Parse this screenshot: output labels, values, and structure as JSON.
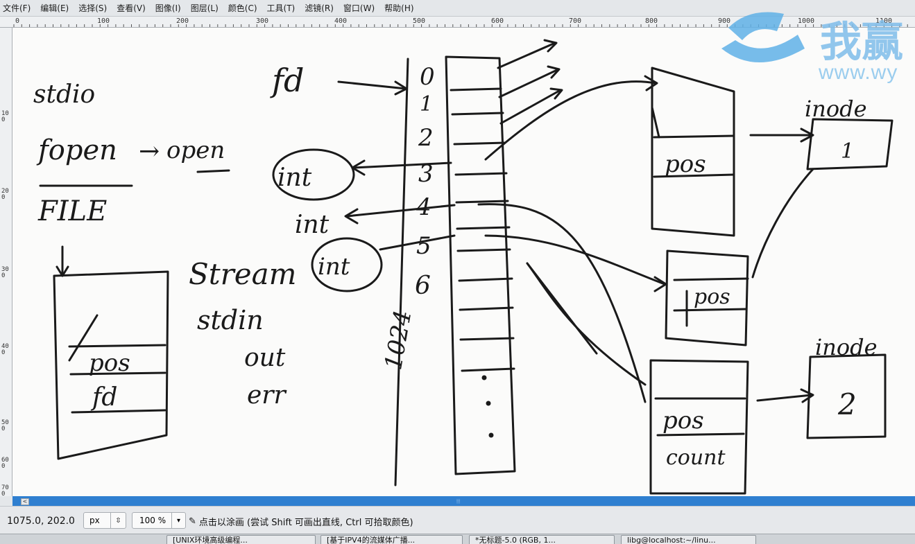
{
  "menubar": {
    "items": [
      "文件(F)",
      "编辑(E)",
      "选择(S)",
      "查看(V)",
      "图像(I)",
      "图层(L)",
      "颜色(C)",
      "工具(T)",
      "滤镜(R)",
      "窗口(W)",
      "帮助(H)"
    ]
  },
  "ruler": {
    "h_labels": [
      "0",
      "100",
      "200",
      "300",
      "400",
      "500",
      "600",
      "700",
      "800",
      "900",
      "1000",
      "1100"
    ],
    "v_labels": [
      "100",
      "200",
      "300",
      "400",
      "500",
      "600",
      "700"
    ]
  },
  "drawing": {
    "stdio_title": "stdio",
    "fopen_line": "fopen",
    "arrow_text": "→",
    "open_text": "open",
    "file_label": "FILE",
    "pos": "pos",
    "fd": "fd",
    "stream_label": "Stream",
    "std_streams": [
      "stdin",
      "out",
      "err"
    ],
    "fd_table_header": "fd",
    "fd_numbers": [
      "0",
      "1",
      "2",
      "3",
      "4",
      "5",
      "6"
    ],
    "fd_max": "1024",
    "int_labels": [
      "int",
      "int",
      "int"
    ],
    "inode_1": "inode",
    "inode_1_num": "1",
    "inode_2": "inode",
    "inode_2_num": "2",
    "count_label": "count",
    "dots": "⋮"
  },
  "watermark": {
    "cn": "我赢",
    "url": "www.wy"
  },
  "scrollbar": {
    "grip": "⦙⦙⦙",
    "left_arrow": "<"
  },
  "status": {
    "coords": "1075.0, 202.0",
    "unit": "px",
    "zoom": "100 %",
    "message": "点击以涂画 (尝试 Shift 可画出直线, Ctrl 可拾取颜色)"
  },
  "taskbar": {
    "items": [
      "[UNIX环境高级编程...",
      "[基于IPV4的流媒体广播...",
      "*无标题-5.0 (RGB, 1...",
      "libg@localhost:~/linu..."
    ]
  },
  "colors": {
    "scrollbar": "#2f7fd0",
    "ink": "#1a1a1a",
    "watermark": "#7fbdea"
  }
}
